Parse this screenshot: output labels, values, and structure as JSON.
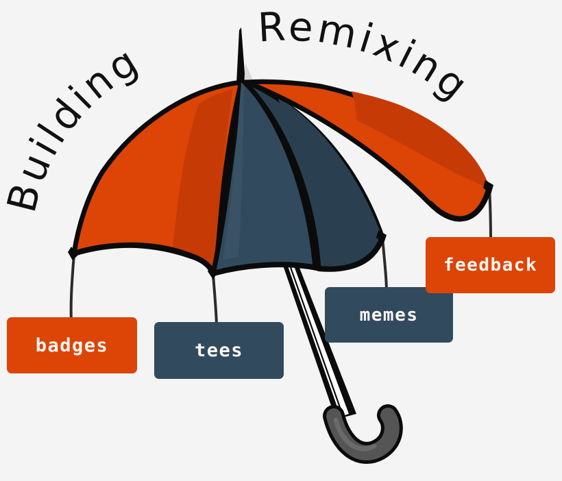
{
  "diagram": {
    "kind": "umbrella-diagram",
    "background_color": "#f4f4f4",
    "titles": {
      "left": "Building",
      "right": "Remixing"
    },
    "palette": {
      "orange": "#dc4506",
      "orange_shade": "#c63a06",
      "slate": "#314a5e",
      "slate_shade": "#2a4050",
      "slate_light": "#3a5266",
      "outline": "#0b0b0b",
      "handle_shaft": "#ffffff",
      "handle_hook": "#555555",
      "label_text": "#fdf6f2"
    },
    "umbrella": {
      "tip_label": "umbrella-top-spike",
      "panels": [
        {
          "name": "panel-left-orange",
          "color": "#dc4506"
        },
        {
          "name": "panel-center-left-slate",
          "color": "#314a5e"
        },
        {
          "name": "panel-center-right-slate",
          "color": "#2a4050"
        },
        {
          "name": "panel-right-orange",
          "color": "#dc4506"
        }
      ],
      "handle": {
        "name": "umbrella-handle",
        "hook_color": "#555555"
      }
    },
    "labels": [
      {
        "id": "badges",
        "text": "badges",
        "color": "orange",
        "thread_from": [
          108,
          370
        ]
      },
      {
        "id": "tees",
        "text": "tees",
        "color": "slate",
        "thread_from": [
          310,
          399
        ]
      },
      {
        "id": "memes",
        "text": "memes",
        "color": "slate",
        "thread_from": [
          557,
          345
        ]
      },
      {
        "id": "feedback",
        "text": "feedback",
        "color": "orange",
        "thread_from": [
          713,
          272
        ]
      }
    ]
  }
}
